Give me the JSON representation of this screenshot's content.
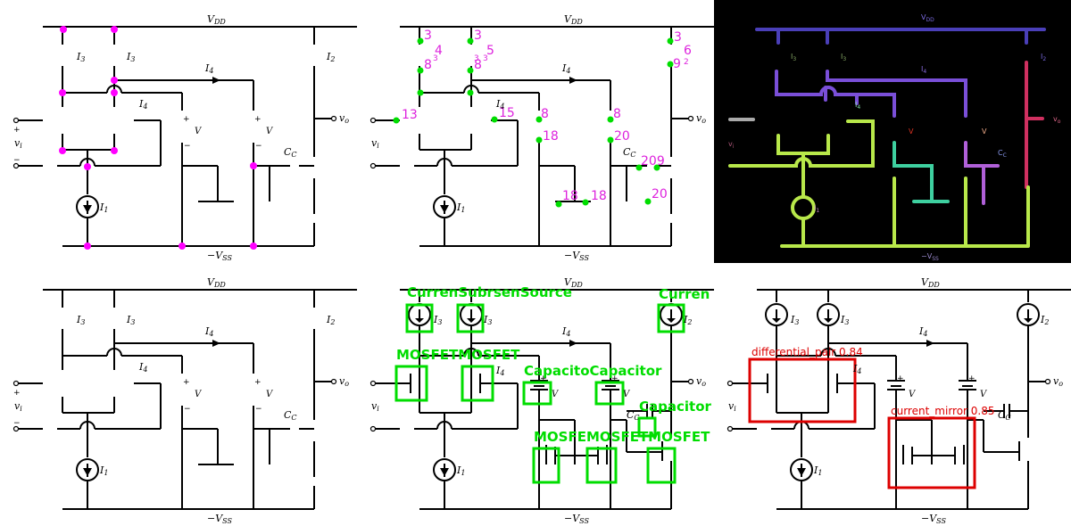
{
  "circuit": {
    "vdd": "V",
    "vdd_sub": "DD",
    "vss": "−V",
    "vss_sub": "SS",
    "i1": "I",
    "i1_sub": "1",
    "i2": "I",
    "i2_sub": "2",
    "i3": "I",
    "i3_sub": "3",
    "i4": "I",
    "i4_sub": "4",
    "v_label": "V",
    "vo": "v",
    "vo_sub": "o",
    "vi": "v",
    "vi_sub": "i",
    "cc": "C",
    "cc_sub": "C",
    "plus": "+",
    "minus": "−"
  },
  "panel_node_numbers": {
    "labels": [
      "3",
      "3",
      "4",
      "3",
      "8",
      "3",
      "5",
      "8",
      "3",
      "3",
      "6",
      "9",
      "2",
      "13",
      "15",
      "8",
      "8",
      "18",
      "20",
      "209",
      "18",
      "18",
      "20"
    ]
  },
  "panel_graph": {
    "labels": [
      "V",
      "DD",
      "I",
      "3",
      "I",
      "3",
      "I",
      "4",
      "I",
      "2",
      "I",
      "4",
      "v",
      "i",
      "V",
      "V",
      "C",
      "C",
      "v",
      "o",
      "I",
      "1",
      "−V",
      "SS"
    ]
  },
  "panel_components": {
    "labels": [
      "CurrenSubrsenSource",
      "Curren",
      "MOSFETMOSFET",
      "CapacitoCapacitor",
      "Capacitor",
      "MOSFEMOSFETMOSFET"
    ]
  },
  "panel_subcircuits": {
    "labels": [
      "differential_pair 0.84",
      "current_mirror 0.85"
    ]
  },
  "colors": {
    "node_magenta": "#ff00ff",
    "node_point_green": "#00dd00",
    "node_number_magenta": "#dd22dd",
    "component_box_green": "#00dd00",
    "subcircuit_box_red": "#dd0000",
    "graph_background": "#000000",
    "graph_vdd_net": "#4a3fb8",
    "graph_i4_net": "#7a4fd8",
    "graph_vss_net": "#b8e84a",
    "graph_output_net": "#d03060",
    "graph_mirror_net": "#3ed0a0",
    "graph_right_net": "#b060d8",
    "graph_input_net": "#aaaaaa"
  }
}
